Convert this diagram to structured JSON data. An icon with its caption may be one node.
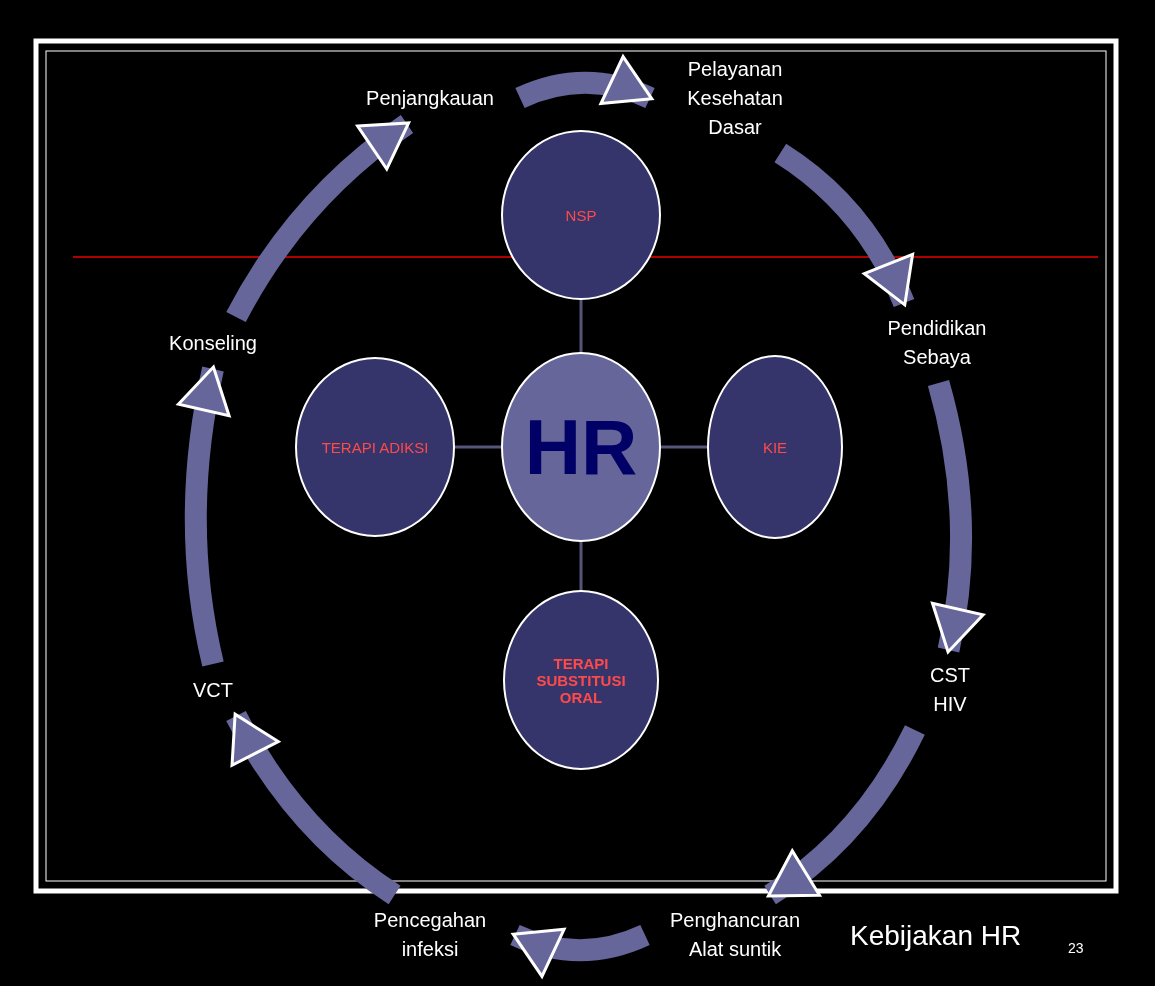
{
  "diagram": {
    "nodes": [
      {
        "text": [
          "HR"
        ]
      },
      {
        "text": [
          "NSP"
        ]
      },
      {
        "text": [
          "KIE"
        ]
      },
      {
        "text": [
          "TERAPI SUBSTITUSI ORAL"
        ]
      },
      {
        "text": [
          "TERAPI ADIKSI"
        ]
      },
      {
        "text": [
          "Penjangkauan"
        ]
      },
      {
        "text": [
          "Pelayanan Kesehatan Dasar"
        ]
      },
      {
        "text": [
          "Pendidikan Sebaya"
        ]
      },
      {
        "text": [
          "CST HIV"
        ]
      },
      {
        "text": [
          "Penghancuran Alat suntik"
        ]
      },
      {
        "text": [
          "Pencegahan infeksi"
        ]
      },
      {
        "text": [
          "VCT"
        ]
      },
      {
        "text": [
          "Konseling"
        ]
      }
    ],
    "edges": [
      {
        "from": 0,
        "to": 1,
        "arrow": "none"
      },
      {
        "from": 0,
        "to": 2,
        "arrow": "none"
      },
      {
        "from": 0,
        "to": 3,
        "arrow": "none"
      },
      {
        "from": 0,
        "to": 4,
        "arrow": "none"
      },
      {
        "from": 5,
        "to": 6,
        "arrow": "to"
      },
      {
        "from": 6,
        "to": 7,
        "arrow": "to"
      },
      {
        "from": 7,
        "to": 8,
        "arrow": "to"
      },
      {
        "from": 8,
        "to": 9,
        "arrow": "to"
      },
      {
        "from": 9,
        "to": 10,
        "arrow": "to"
      },
      {
        "from": 10,
        "to": 11,
        "arrow": "to"
      },
      {
        "from": 11,
        "to": 12,
        "arrow": "to"
      },
      {
        "from": 12,
        "to": 5,
        "arrow": "to"
      }
    ],
    "labels": [
      "Kebijakan HR",
      "23"
    ]
  }
}
